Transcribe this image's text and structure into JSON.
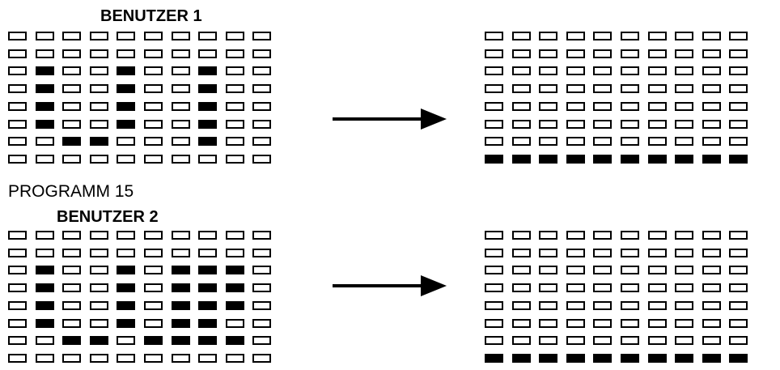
{
  "labels": {
    "user1": "BENUTZER 1",
    "program": "PROGRAMM 15",
    "user2": "BENUTZER 2"
  },
  "colors": {
    "on": "#000000",
    "off": "#ffffff",
    "border": "#000000"
  },
  "displays": {
    "user1_before": [
      "0000000000",
      "0000000000",
      "0100100100",
      "0100100100",
      "0100100100",
      "0100100100",
      "0011000100",
      "0000000000"
    ],
    "user1_after": [
      "0000000000",
      "0000000000",
      "0000000000",
      "0000000000",
      "0000000000",
      "0000000000",
      "0000000000",
      "1111111111"
    ],
    "user2_before": [
      "0000000000",
      "0000000000",
      "0100101110",
      "0100101110",
      "0100101110",
      "0100101100",
      "0011011110",
      "0000000000"
    ],
    "user2_after": [
      "0000000000",
      "0000000000",
      "0000000000",
      "0000000000",
      "0000000000",
      "0000000000",
      "0000000000",
      "1111111111"
    ]
  }
}
